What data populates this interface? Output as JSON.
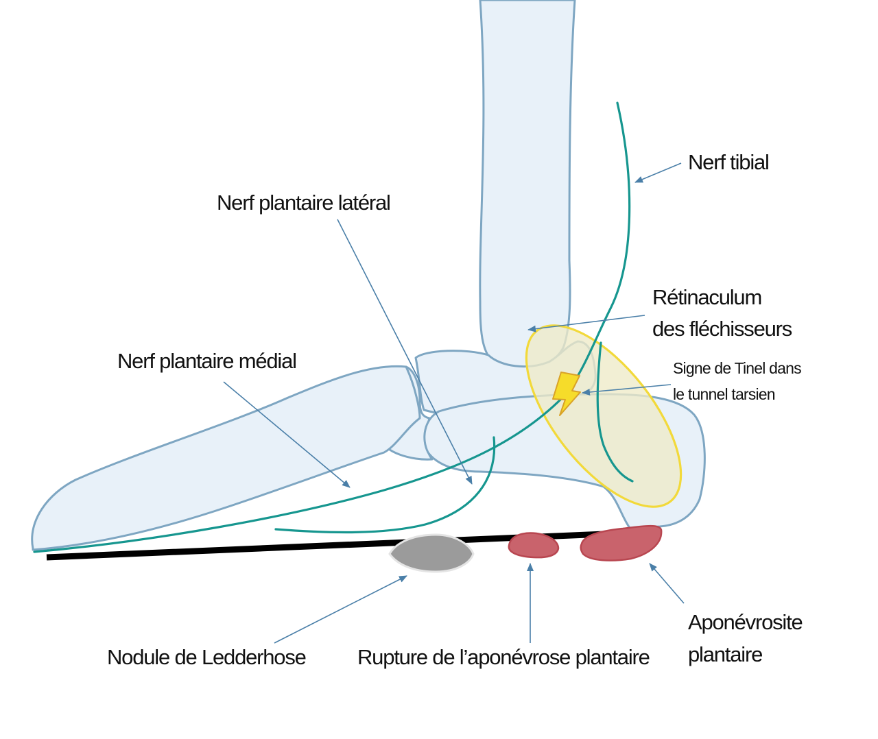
{
  "colors": {
    "bone_fill": "#e8f1f9",
    "bone_stroke": "#7ea6c2",
    "nerve": "#16968f",
    "arrow": "#4a7fa8",
    "retinaculum_fill": "#eeeac8",
    "retinaculum_stroke": "#f2d93a",
    "tinel_bolt": "#f6dc2a",
    "fascia_line": "#000000",
    "ledderhose_nodule": "#9b9b9b",
    "rupture_lesion": "#c9636c",
    "aponevrosite_lesion": "#c9636c"
  },
  "icons": {
    "tinel": "lightning-bolt-icon"
  },
  "labels": {
    "nerf_tibial": "Nerf tibial",
    "nerf_plantaire_lateral": "Nerf plantaire latéral",
    "retinaculum_line1": "Rétinaculum",
    "retinaculum_line2": "des fléchisseurs",
    "nerf_plantaire_medial": "Nerf plantaire médial",
    "tinel_line1": "Signe de Tinel dans",
    "tinel_line2": "le tunnel tarsien",
    "nodule_ledderhose": "Nodule de Ledderhose",
    "rupture": "Rupture de l’aponévrose plantaire",
    "aponevrosite_line1": "Aponévrosite",
    "aponevrosite_line2": "plantaire"
  }
}
